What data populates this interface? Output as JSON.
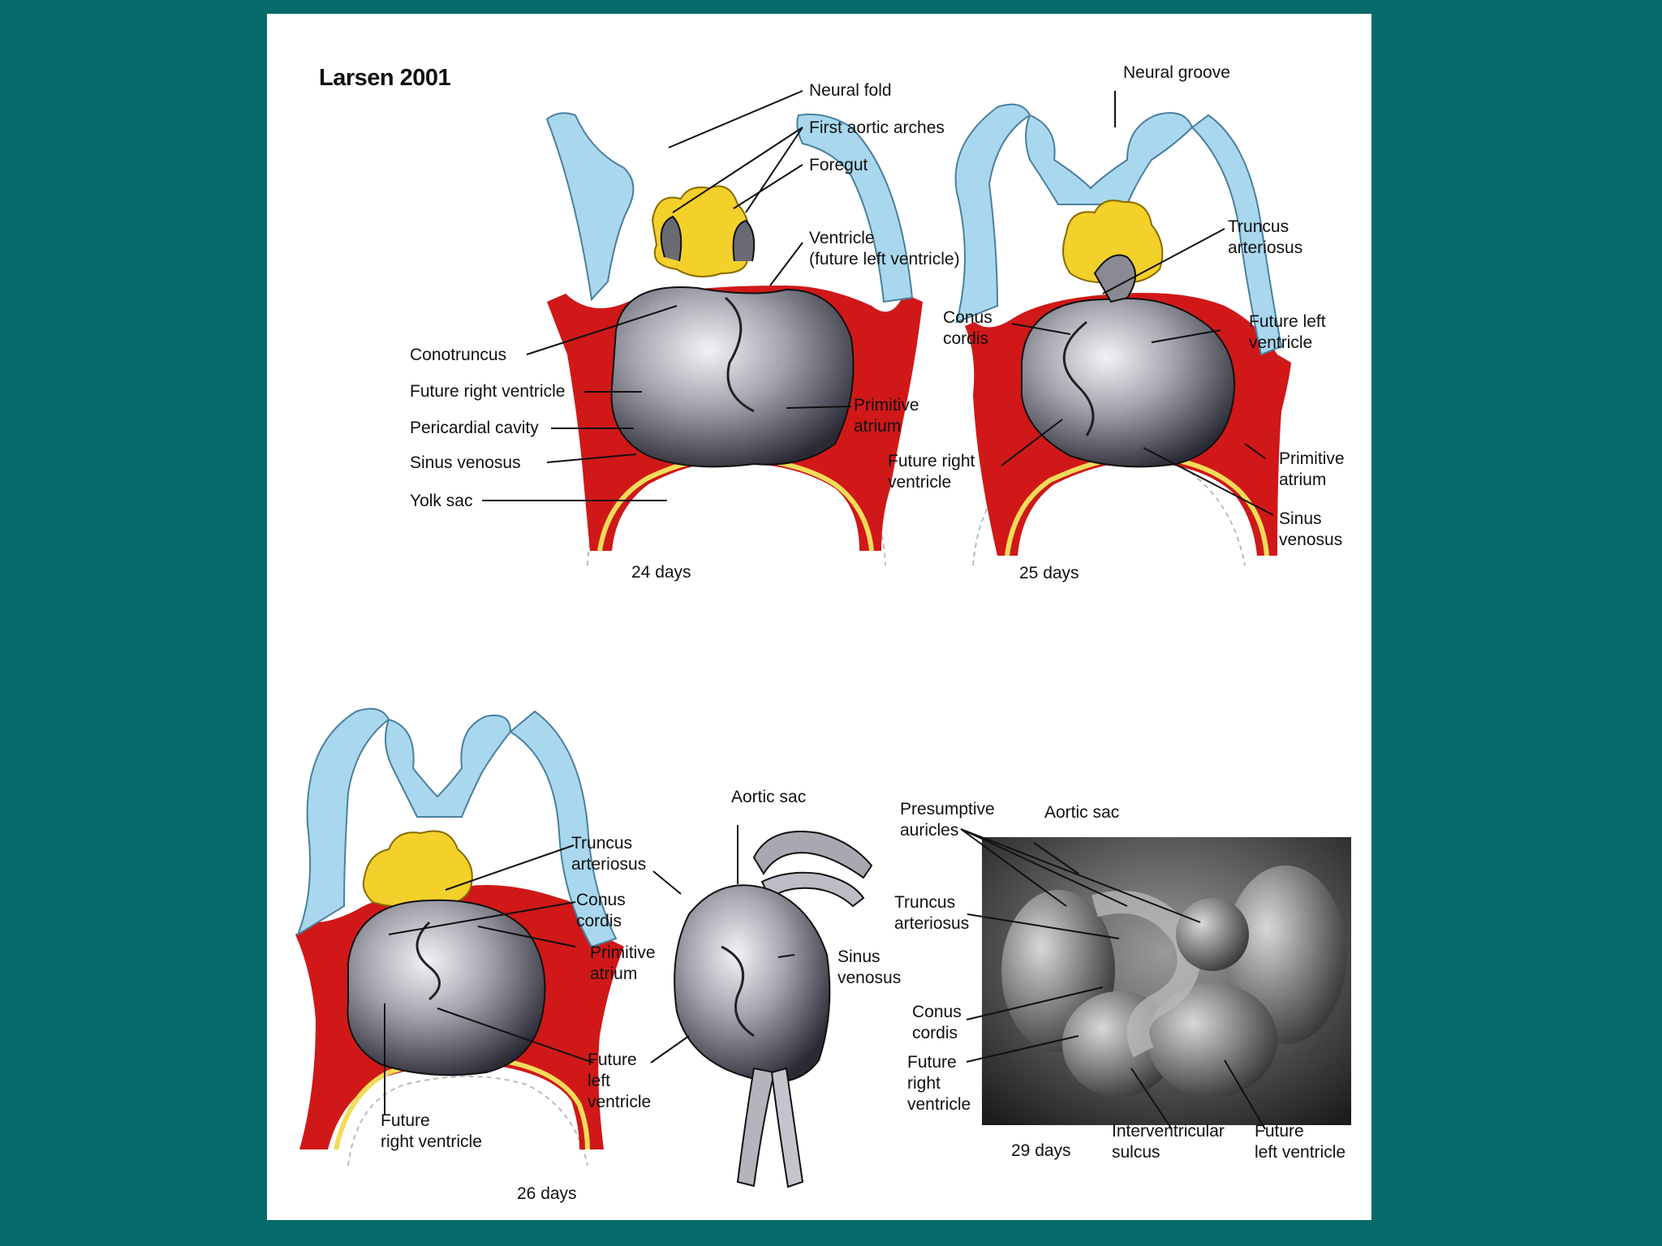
{
  "credit": "Larsen 2001",
  "colors": {
    "background": "#066a6a",
    "pericardium": "#d01818",
    "neural_tube": "#a9d8ee",
    "foregut": "#f3d02a",
    "heart_tube": "#9a9aa4",
    "yolk_sac_rim": "#f2dc5a"
  },
  "stages": {
    "d24": {
      "day": "24 days",
      "labels": {
        "neural_fold": "Neural fold",
        "first_aortic_arches": "First aortic arches",
        "foregut": "Foregut",
        "ventricle": "Ventricle\n(future left ventricle)",
        "conotruncus": "Conotruncus",
        "future_right_ventricle": "Future right ventricle",
        "pericardial_cavity": "Pericardial cavity",
        "sinus_venosus": "Sinus venosus",
        "yolk_sac": "Yolk sac",
        "primitive_atrium": "Primitive\natrium"
      }
    },
    "d25": {
      "day": "25 days",
      "labels": {
        "neural_groove": "Neural groove",
        "truncus_arteriosus": "Truncus\narteriosus",
        "conus_cordis": "Conus\ncordis",
        "future_left_ventricle": "Future left\nventricle",
        "future_right_ventricle": "Future right\nventricle",
        "primitive_atrium": "Primitive\natrium",
        "sinus_venosus": "Sinus\nvenosus"
      }
    },
    "d26": {
      "day": "26 days",
      "labels": {
        "truncus_arteriosus": "Truncus\narteriosus",
        "conus_cordis": "Conus\ncordis",
        "primitive_atrium": "Primitive\natrium",
        "future_left_ventricle": "Future\nleft\nventricle",
        "future_right_ventricle": "Future\nright ventricle",
        "aortic_sac": "Aortic sac",
        "sinus_venosus": "Sinus\nvenosus"
      }
    },
    "d29": {
      "day": "29 days",
      "labels": {
        "presumptive_auricles": "Presumptive\nauricles",
        "aortic_sac": "Aortic sac",
        "truncus_arteriosus": "Truncus\narteriosus",
        "conus_cordis": "Conus\ncordis",
        "future_right_ventricle": "Future\nright\nventricle",
        "interventricular_sulcus": "Interventricular\nsulcus",
        "future_left_ventricle": "Future\nleft ventricle"
      }
    }
  }
}
